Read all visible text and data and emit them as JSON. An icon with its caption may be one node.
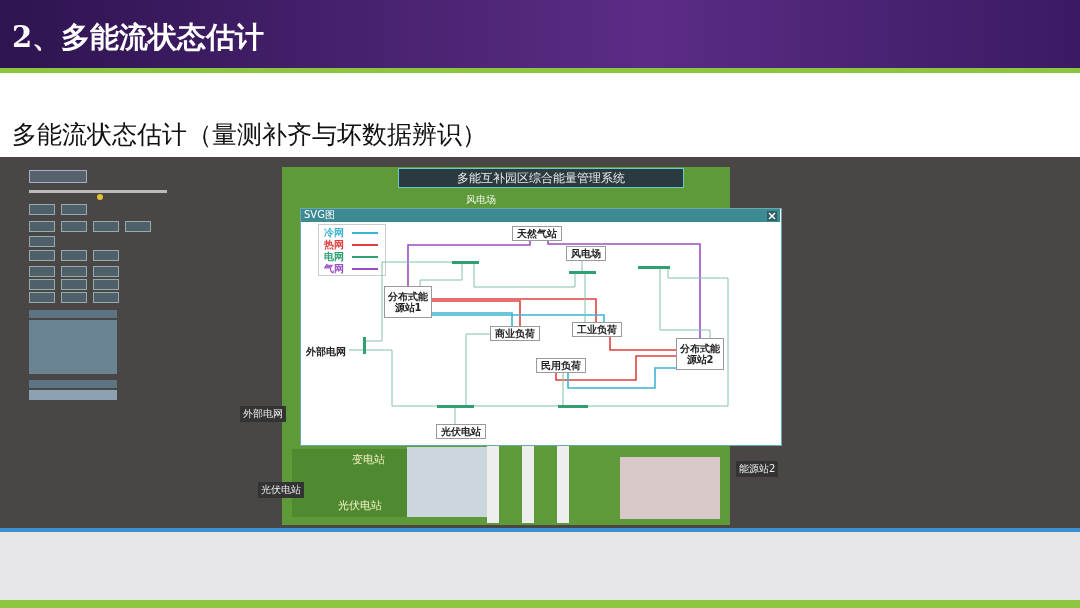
{
  "diagram": {
    "title": "2、多能流状态估计",
    "nodes": [
      {
        "text": [
          "天然气站"
        ]
      },
      {
        "text": [
          "风电场"
        ]
      },
      {
        "text": [
          "分布式能源站1"
        ]
      },
      {
        "text": [
          "商业负荷"
        ]
      },
      {
        "text": [
          "工业负荷"
        ]
      },
      {
        "text": [
          "分布式能源站2"
        ]
      },
      {
        "text": [
          "民用负荷"
        ]
      },
      {
        "text": [
          "外部电网"
        ]
      },
      {
        "text": [
          "光伏电站"
        ]
      },
      {
        "text": [],
        "shape": "bar"
      },
      {
        "text": [],
        "shape": "bar"
      },
      {
        "text": [],
        "shape": "bar"
      },
      {
        "text": [],
        "shape": "bar"
      },
      {
        "text": [],
        "shape": "bar"
      },
      {
        "text": [],
        "shape": "bar"
      }
    ],
    "edges": [
      {
        "from": 0,
        "to": 2,
        "arrow": "none",
        "color": "#9b4fc4"
      },
      {
        "from": 0,
        "to": 5,
        "arrow": "none",
        "color": "#9b4fc4"
      },
      {
        "from": 2,
        "to": 3,
        "arrow": "none",
        "color": "#e04040"
      },
      {
        "from": 2,
        "to": 4,
        "arrow": "none",
        "color": "#e04040"
      },
      {
        "from": 5,
        "to": 6,
        "arrow": "none",
        "color": "#e04040"
      },
      {
        "from": 5,
        "to": 4,
        "arrow": "none",
        "color": "#e04040"
      },
      {
        "from": 2,
        "to": 3,
        "arrow": "none",
        "color": "#3fb4d4"
      },
      {
        "from": 2,
        "to": 4,
        "arrow": "none",
        "color": "#3fb4d4"
      },
      {
        "from": 5,
        "to": 6,
        "arrow": "none",
        "color": "#3fb4d4"
      },
      {
        "from": 9,
        "to": 2,
        "arrow": "none"
      },
      {
        "from": 1,
        "to": 10,
        "arrow": "none"
      },
      {
        "from": 10,
        "to": 4,
        "arrow": "none"
      },
      {
        "from": 10,
        "to": 9,
        "arrow": "none"
      },
      {
        "from": 11,
        "to": 5,
        "arrow": "none"
      },
      {
        "from": 11,
        "to": 14,
        "arrow": "none"
      },
      {
        "from": 7,
        "to": 12,
        "arrow": "none"
      },
      {
        "from": 12,
        "to": 9,
        "arrow": "none"
      },
      {
        "from": 12,
        "to": 13,
        "arrow": "none"
      },
      {
        "from": 13,
        "to": 8,
        "arrow": "none"
      },
      {
        "from": 13,
        "to": 3,
        "arrow": "none"
      },
      {
        "from": 14,
        "to": 6,
        "arrow": "none"
      },
      {
        "from": 13,
        "to": 14,
        "arrow": "none"
      }
    ],
    "labels": [
      "多能流状态估计（量测补齐与坏数据辨识）",
      "多能互补园区综合能量管理系统",
      "风电场",
      "SVG图",
      "外部电网",
      "变电站",
      "光伏电站",
      "光伏电站",
      "能源站2"
    ],
    "legend": [
      {
        "text": "冷网",
        "color": "#3fb4d4"
      },
      {
        "text": "热网",
        "color": "#e04040"
      },
      {
        "text": "电网",
        "color": "#2fa070"
      },
      {
        "text": "气网",
        "color": "#9b4fc4"
      }
    ]
  }
}
